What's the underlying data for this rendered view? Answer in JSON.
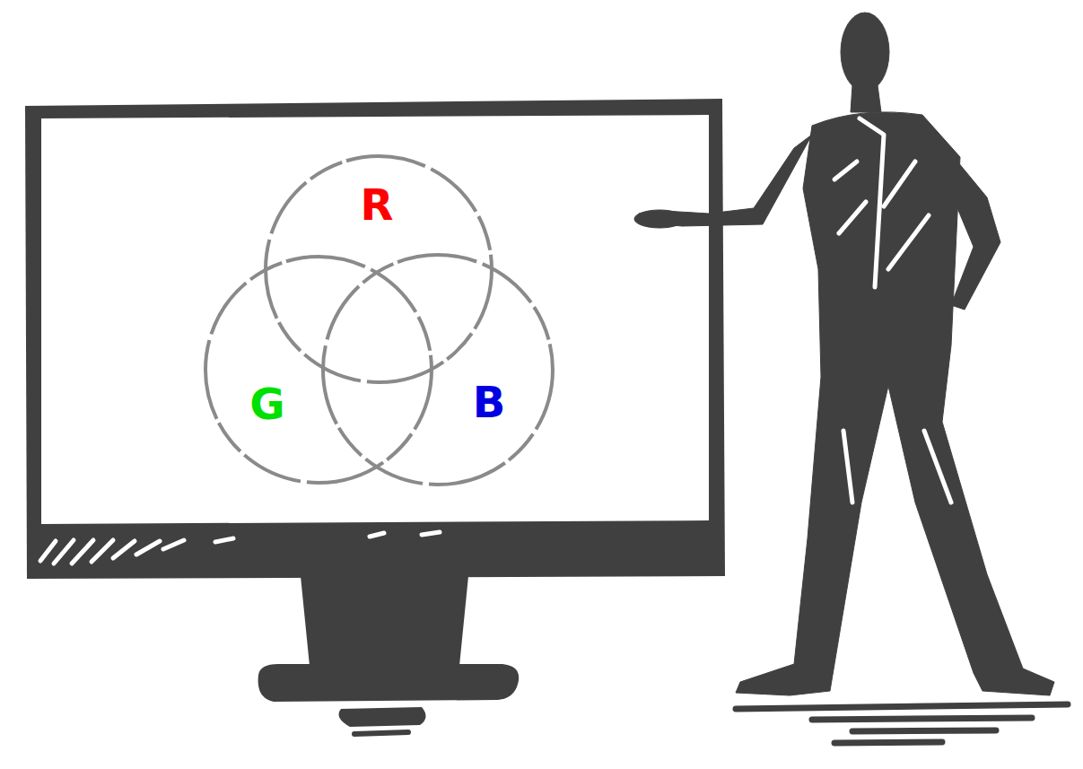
{
  "diagram": {
    "nodes": [
      {
        "text": [
          "R"
        ]
      },
      {
        "text": [
          "G"
        ]
      },
      {
        "text": [
          "B"
        ]
      }
    ]
  }
}
